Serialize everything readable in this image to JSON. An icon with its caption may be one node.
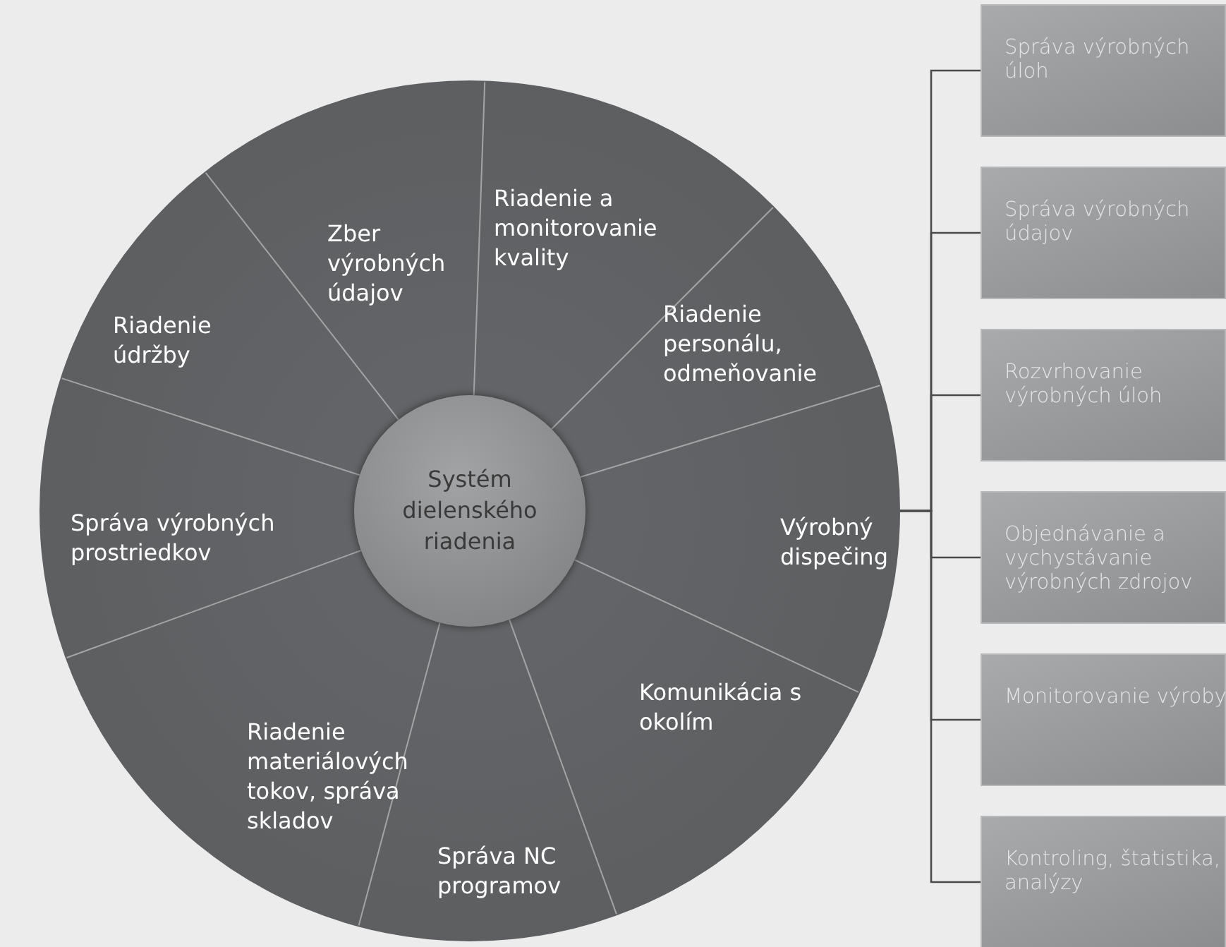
{
  "diagram": {
    "nodes": [
      {
        "text": [],
        "shape": "circle"
      },
      {
        "text": [
          "Riadenie a monitorovanie kvality"
        ],
        "in": 0
      },
      {
        "text": [
          "Riadenie personálu, odmeňovanie"
        ],
        "in": 0
      },
      {
        "text": [
          "Výrobný dispečing"
        ],
        "in": 0
      },
      {
        "text": [
          "Komunikácia s okolím"
        ],
        "in": 0
      },
      {
        "text": [
          "Správa NC programov"
        ],
        "in": 0
      },
      {
        "text": [
          "Riadenie materiálových tokov, správa skladov"
        ],
        "in": 0
      },
      {
        "text": [
          "Správa výrobných prostriedkov"
        ],
        "in": 0
      },
      {
        "text": [
          "Riadenie údržby"
        ],
        "in": 0
      },
      {
        "text": [
          "Zber výrobných údajov"
        ],
        "in": 0
      },
      {
        "text": [
          "Systém dielenského riadenia"
        ],
        "in": 0
      },
      {
        "text": [
          "Správa výrobných úloh"
        ]
      },
      {
        "text": [
          "Správa výrobných údajov"
        ]
      },
      {
        "text": [
          "Rozvrhovanie výrobných úloh"
        ]
      },
      {
        "text": [
          "Objednávanie a vychystávanie výrobných zdrojov"
        ]
      },
      {
        "text": [
          "Monitorovanie výroby"
        ]
      },
      {
        "text": [
          "Kontroling, štatistika, analýzy"
        ]
      }
    ],
    "edges": [
      {
        "from": 0,
        "to": 11,
        "arrow": "none"
      },
      {
        "from": 0,
        "to": 12,
        "arrow": "none"
      },
      {
        "from": 0,
        "to": 13,
        "arrow": "none"
      },
      {
        "from": 0,
        "to": 14,
        "arrow": "none"
      },
      {
        "from": 0,
        "to": 15,
        "arrow": "none"
      },
      {
        "from": 0,
        "to": 16,
        "arrow": "none"
      }
    ]
  }
}
